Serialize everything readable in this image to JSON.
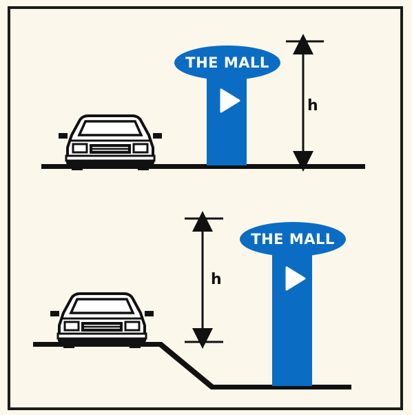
{
  "colors": {
    "background": "#fbf7ea",
    "frame": "#1a1a1a",
    "sign_blue": "#0b6cc4",
    "text_white": "#ffffff",
    "ground": "#111111"
  },
  "panel_top": {
    "sign_text": "THE MALL",
    "height_label": "h"
  },
  "panel_bottom": {
    "sign_text": "THE MALL",
    "height_label": "h"
  }
}
